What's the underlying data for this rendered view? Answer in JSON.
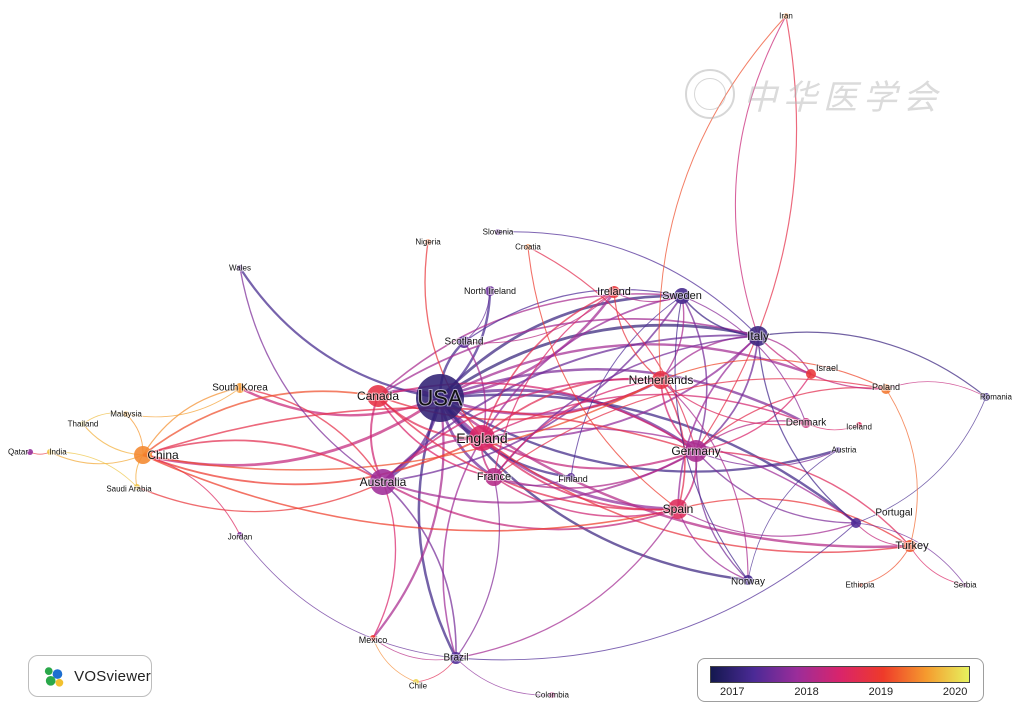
{
  "network": {
    "nodes": [
      {
        "id": "usa",
        "label": "USA",
        "year": 2017.0
      },
      {
        "id": "england",
        "label": "England",
        "year": 2018.5
      },
      {
        "id": "australia",
        "label": "Australia",
        "year": 2017.9
      },
      {
        "id": "canada",
        "label": "Canada",
        "year": 2018.8
      },
      {
        "id": "china",
        "label": "China",
        "year": 2019.5
      },
      {
        "id": "france",
        "label": "France",
        "year": 2018.1
      },
      {
        "id": "germany",
        "label": "Germany",
        "year": 2018.0
      },
      {
        "id": "spain",
        "label": "Spain",
        "year": 2018.6
      },
      {
        "id": "italy",
        "label": "Italy",
        "year": 2017.1
      },
      {
        "id": "netherlands",
        "label": "Netherlands",
        "year": 2018.8
      },
      {
        "id": "sweden",
        "label": "Sweden",
        "year": 2017.2
      },
      {
        "id": "ireland",
        "label": "Ireland",
        "year": 2018.9
      },
      {
        "id": "scotland",
        "label": "Scotland",
        "year": 2017.4
      },
      {
        "id": "north-ireland",
        "label": "North Ireland",
        "year": 2017.5
      },
      {
        "id": "south-korea",
        "label": "South Korea",
        "year": 2019.6
      },
      {
        "id": "turkey",
        "label": "Turkey",
        "year": 2019.2
      },
      {
        "id": "portugal",
        "label": "Portugal",
        "year": 2017.3
      },
      {
        "id": "norway",
        "label": "Norway",
        "year": 2017.2
      },
      {
        "id": "denmark",
        "label": "Denmark",
        "year": 2018.3
      },
      {
        "id": "israel",
        "label": "Israel",
        "year": 2018.9
      },
      {
        "id": "poland",
        "label": "Poland",
        "year": 2019.4
      },
      {
        "id": "romania",
        "label": "Romania",
        "year": 2017.1
      },
      {
        "id": "iceland",
        "label": "Iceland",
        "year": 2018.6
      },
      {
        "id": "austria",
        "label": "Austria",
        "year": 2017.3
      },
      {
        "id": "finland",
        "label": "Finland",
        "year": 2017.4
      },
      {
        "id": "brazil",
        "label": "Brazil",
        "year": 2017.3
      },
      {
        "id": "mexico",
        "label": "Mexico",
        "year": 2019.0
      },
      {
        "id": "chile",
        "label": "Chile",
        "year": 2020.0
      },
      {
        "id": "colombia",
        "label": "Colombia",
        "year": 2018.2
      },
      {
        "id": "jordan",
        "label": "Jordan",
        "year": 2017.6
      },
      {
        "id": "saudi-arabia",
        "label": "Saudi Arabia",
        "year": 2019.9
      },
      {
        "id": "thailand",
        "label": "Thailand",
        "year": 2020.0
      },
      {
        "id": "malaysia",
        "label": "Malaysia",
        "year": 2019.7
      },
      {
        "id": "qatar",
        "label": "Qatar",
        "year": 2017.8
      },
      {
        "id": "india",
        "label": "India",
        "year": 2019.9
      },
      {
        "id": "wales",
        "label": "Wales",
        "year": 2017.4
      },
      {
        "id": "nigeria",
        "label": "Nigeria",
        "year": 2019.3
      },
      {
        "id": "slovenia",
        "label": "Slovenia",
        "year": 2017.5
      },
      {
        "id": "croatia",
        "label": "Croatia",
        "year": 2019.4
      },
      {
        "id": "iran",
        "label": "Iran",
        "year": 2019.5
      },
      {
        "id": "ethiopia",
        "label": "Ethiopia",
        "year": 2019.1
      },
      {
        "id": "serbia",
        "label": "Serbia",
        "year": 2017.8
      }
    ],
    "links": [
      [
        "usa",
        "england"
      ],
      [
        "usa",
        "australia"
      ],
      [
        "usa",
        "canada"
      ],
      [
        "usa",
        "china"
      ],
      [
        "usa",
        "france"
      ],
      [
        "usa",
        "germany"
      ],
      [
        "usa",
        "spain"
      ],
      [
        "usa",
        "italy"
      ],
      [
        "usa",
        "netherlands"
      ],
      [
        "usa",
        "sweden"
      ],
      [
        "usa",
        "ireland"
      ],
      [
        "usa",
        "scotland"
      ],
      [
        "usa",
        "brazil"
      ],
      [
        "usa",
        "south-korea"
      ],
      [
        "usa",
        "turkey"
      ],
      [
        "usa",
        "portugal"
      ],
      [
        "usa",
        "norway"
      ],
      [
        "usa",
        "denmark"
      ],
      [
        "usa",
        "finland"
      ],
      [
        "usa",
        "mexico"
      ],
      [
        "usa",
        "north-ireland"
      ],
      [
        "usa",
        "israel"
      ],
      [
        "usa",
        "austria"
      ],
      [
        "usa",
        "wales"
      ],
      [
        "england",
        "australia"
      ],
      [
        "england",
        "canada"
      ],
      [
        "england",
        "germany"
      ],
      [
        "england",
        "netherlands"
      ],
      [
        "england",
        "italy"
      ],
      [
        "england",
        "sweden"
      ],
      [
        "england",
        "spain"
      ],
      [
        "england",
        "ireland"
      ],
      [
        "england",
        "france"
      ],
      [
        "england",
        "china"
      ],
      [
        "england",
        "scotland"
      ],
      [
        "england",
        "denmark"
      ],
      [
        "england",
        "turkey"
      ],
      [
        "england",
        "portugal"
      ],
      [
        "england",
        "brazil"
      ],
      [
        "australia",
        "canada"
      ],
      [
        "australia",
        "china"
      ],
      [
        "australia",
        "brazil"
      ],
      [
        "australia",
        "germany"
      ],
      [
        "australia",
        "netherlands"
      ],
      [
        "australia",
        "spain"
      ],
      [
        "australia",
        "italy"
      ],
      [
        "australia",
        "sweden"
      ],
      [
        "australia",
        "saudi-arabia"
      ],
      [
        "australia",
        "south-korea"
      ],
      [
        "australia",
        "mexico"
      ],
      [
        "canada",
        "china"
      ],
      [
        "canada",
        "germany"
      ],
      [
        "canada",
        "netherlands"
      ],
      [
        "canada",
        "italy"
      ],
      [
        "canada",
        "spain"
      ],
      [
        "canada",
        "sweden"
      ],
      [
        "canada",
        "france"
      ],
      [
        "china",
        "south-korea"
      ],
      [
        "china",
        "saudi-arabia"
      ],
      [
        "china",
        "thailand"
      ],
      [
        "china",
        "malaysia"
      ],
      [
        "china",
        "jordan"
      ],
      [
        "china",
        "netherlands"
      ],
      [
        "china",
        "germany"
      ],
      [
        "china",
        "spain"
      ],
      [
        "germany",
        "netherlands"
      ],
      [
        "germany",
        "italy"
      ],
      [
        "germany",
        "spain"
      ],
      [
        "germany",
        "sweden"
      ],
      [
        "germany",
        "france"
      ],
      [
        "germany",
        "austria"
      ],
      [
        "germany",
        "denmark"
      ],
      [
        "germany",
        "norway"
      ],
      [
        "germany",
        "poland"
      ],
      [
        "germany",
        "portugal"
      ],
      [
        "germany",
        "turkey"
      ],
      [
        "germany",
        "israel"
      ],
      [
        "spain",
        "italy"
      ],
      [
        "spain",
        "portugal"
      ],
      [
        "spain",
        "france"
      ],
      [
        "spain",
        "netherlands"
      ],
      [
        "spain",
        "turkey"
      ],
      [
        "spain",
        "norway"
      ],
      [
        "spain",
        "brazil"
      ],
      [
        "italy",
        "netherlands"
      ],
      [
        "italy",
        "sweden"
      ],
      [
        "italy",
        "france"
      ],
      [
        "italy",
        "romania"
      ],
      [
        "italy",
        "poland"
      ],
      [
        "italy",
        "israel"
      ],
      [
        "italy",
        "portugal"
      ],
      [
        "italy",
        "iran"
      ],
      [
        "netherlands",
        "sweden"
      ],
      [
        "netherlands",
        "ireland"
      ],
      [
        "netherlands",
        "denmark"
      ],
      [
        "netherlands",
        "norway"
      ],
      [
        "netherlands",
        "france"
      ],
      [
        "netherlands",
        "poland"
      ],
      [
        "sweden",
        "norway"
      ],
      [
        "sweden",
        "denmark"
      ],
      [
        "sweden",
        "finland"
      ],
      [
        "sweden",
        "ireland"
      ],
      [
        "sweden",
        "scotland"
      ],
      [
        "ireland",
        "scotland"
      ],
      [
        "ireland",
        "france"
      ],
      [
        "france",
        "brazil"
      ],
      [
        "france",
        "finland"
      ],
      [
        "france",
        "poland"
      ],
      [
        "portugal",
        "turkey"
      ],
      [
        "portugal",
        "serbia"
      ],
      [
        "portugal",
        "romania"
      ],
      [
        "portugal",
        "brazil"
      ],
      [
        "turkey",
        "serbia"
      ],
      [
        "turkey",
        "ethiopia"
      ],
      [
        "turkey",
        "poland"
      ],
      [
        "brazil",
        "chile"
      ],
      [
        "brazil",
        "colombia"
      ],
      [
        "brazil",
        "mexico"
      ],
      [
        "mexico",
        "chile"
      ],
      [
        "india",
        "qatar"
      ],
      [
        "india",
        "china"
      ],
      [
        "india",
        "saudi-arabia"
      ],
      [
        "malaysia",
        "thailand"
      ],
      [
        "south-korea",
        "malaysia"
      ],
      [
        "nigeria",
        "england"
      ],
      [
        "slovenia",
        "italy"
      ],
      [
        "croatia",
        "spain"
      ],
      [
        "croatia",
        "germany"
      ],
      [
        "wales",
        "australia"
      ],
      [
        "iran",
        "germany"
      ],
      [
        "iran",
        "netherlands"
      ],
      [
        "iceland",
        "denmark"
      ],
      [
        "austria",
        "norway"
      ],
      [
        "north-ireland",
        "scotland"
      ],
      [
        "jordan",
        "brazil"
      ],
      [
        "poland",
        "romania"
      ]
    ]
  },
  "brand": {
    "name": "VOSviewer"
  },
  "legend": {
    "ticks": [
      "2017",
      "2018",
      "2019",
      "2020"
    ],
    "min": 2016.7,
    "max": 2020.2
  },
  "watermark": {
    "text": "中华医学会"
  },
  "colors": {
    "scale": [
      "#14184f",
      "#4b2a96",
      "#9b2d9a",
      "#d9246b",
      "#ee3a2a",
      "#f59a2e",
      "#e6f25e"
    ]
  }
}
